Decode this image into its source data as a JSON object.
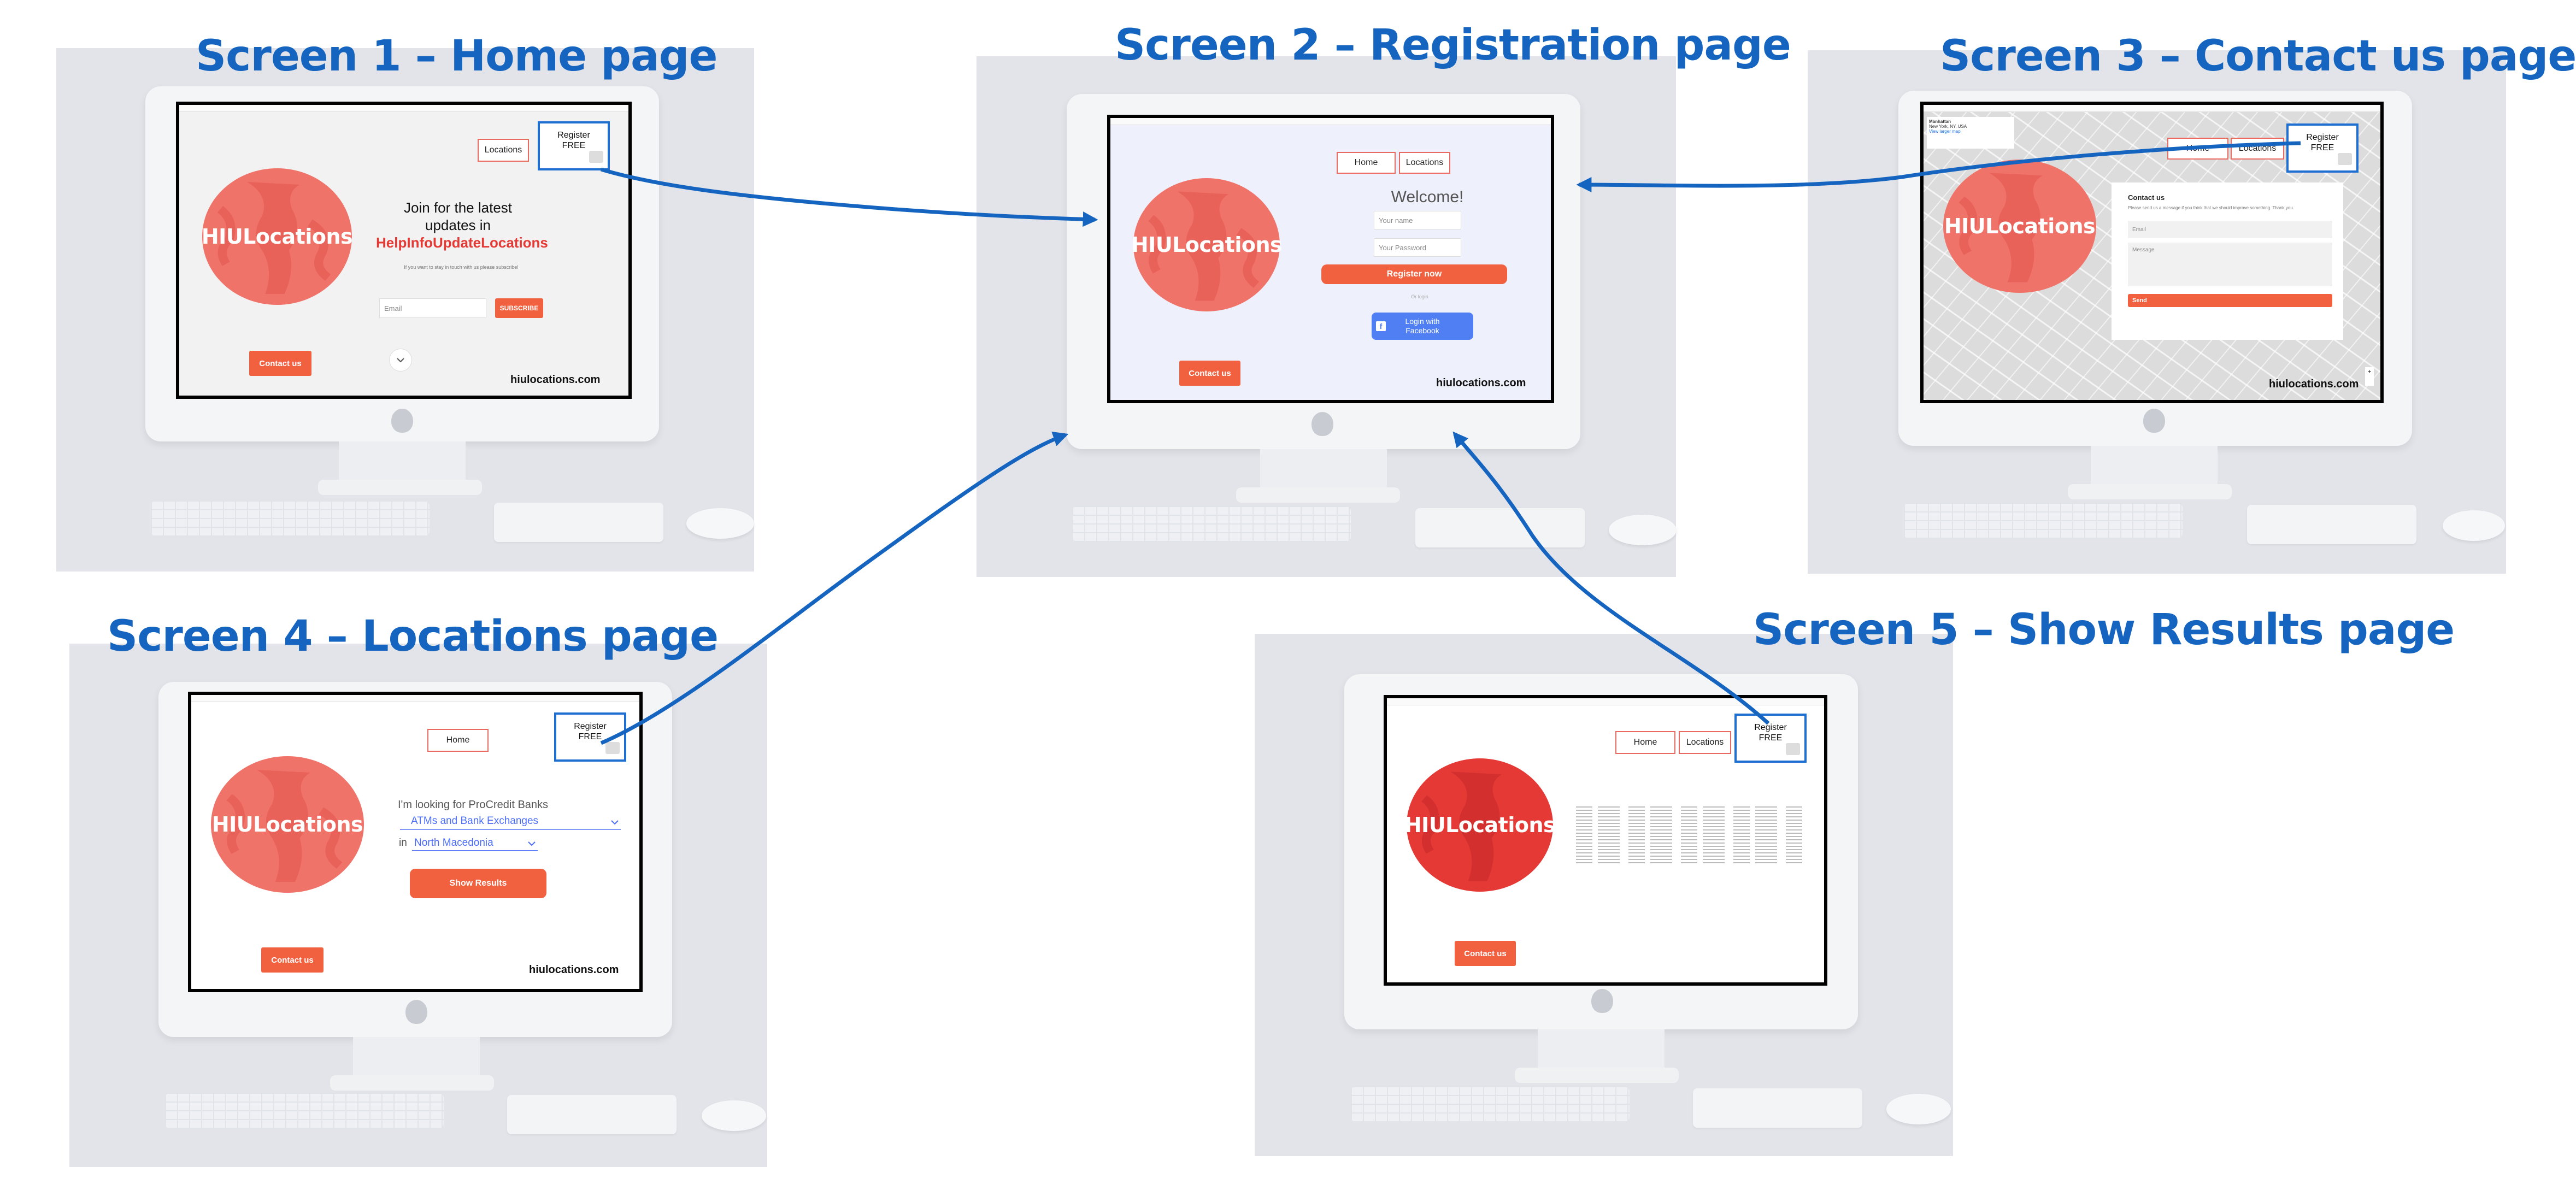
{
  "screens": {
    "s1": {
      "title": "Screen 1 – Home page",
      "nav_locations": "Locations",
      "register_line1": "Register",
      "register_line2": "FREE",
      "logo": "HIULocations",
      "heading_line1": "Join for the latest",
      "heading_line2": "updates in",
      "heading_brand": "HelpInfoUpdateLocations",
      "subtext": "If you want to stay in touch with us please subscribe!",
      "email_placeholder": "Email",
      "subscribe": "SUBSCRIBE",
      "contact": "Contact us",
      "domain": "hiulocations.com"
    },
    "s2": {
      "title": "Screen 2 – Registration page",
      "nav_home": "Home",
      "nav_locations": "Locations",
      "logo": "HIULocations",
      "welcome": "Welcome!",
      "name_placeholder": "Your name",
      "password_placeholder": "Your Password",
      "register_now": "Register now",
      "or": "Or login",
      "facebook_line1": "Login with",
      "facebook_line2": "Facebook",
      "contact": "Contact us",
      "domain": "hiulocations.com"
    },
    "s3": {
      "title": "Screen 3 – Contact us page",
      "nav_home": "Home",
      "nav_locations": "Locations",
      "register_line1": "Register",
      "register_line2": "FREE",
      "logo": "HIULocations",
      "map_place": "Manhattan",
      "map_info": "New York, NY, USA",
      "map_link": "View larger map",
      "form_title": "Contact us",
      "form_text": "Please send us a message if you think that we should improve something. Thank you.",
      "email_placeholder": "Email",
      "message_placeholder": "Message",
      "send": "Send",
      "domain": "hiulocations.com"
    },
    "s4": {
      "title": "Screen 4 – Locations page",
      "nav_home": "Home",
      "register_line1": "Register",
      "register_line2": "FREE",
      "logo": "HIULocations",
      "looking_for": "I'm looking for ProCredit Banks",
      "category": "ATMs and Bank Exchanges",
      "in_label": "in",
      "country": "North Macedonia",
      "show_results": "Show Results",
      "contact": "Contact us",
      "domain": "hiulocations.com"
    },
    "s5": {
      "title": "Screen 5 – Show Results page",
      "nav_home": "Home",
      "nav_locations": "Locations",
      "register_line1": "Register",
      "register_line2": "FREE",
      "logo": "HIULocations",
      "contact": "Contact us"
    }
  },
  "colors": {
    "title_blue": "#1565c0",
    "accent_orange": "#f2613f",
    "globe_red": "#f0736a",
    "globe_red_dark": "#e53935",
    "registration_bg": "#eef0fb",
    "facebook_blue": "#4f7ff2",
    "arrow_blue": "#1565c0"
  },
  "icons": {
    "globe": "globe-icon",
    "apple": "apple-logo-icon",
    "chevron": "chevron-down-icon",
    "facebook": "facebook-icon",
    "arrow": "flow-arrow-icon"
  }
}
